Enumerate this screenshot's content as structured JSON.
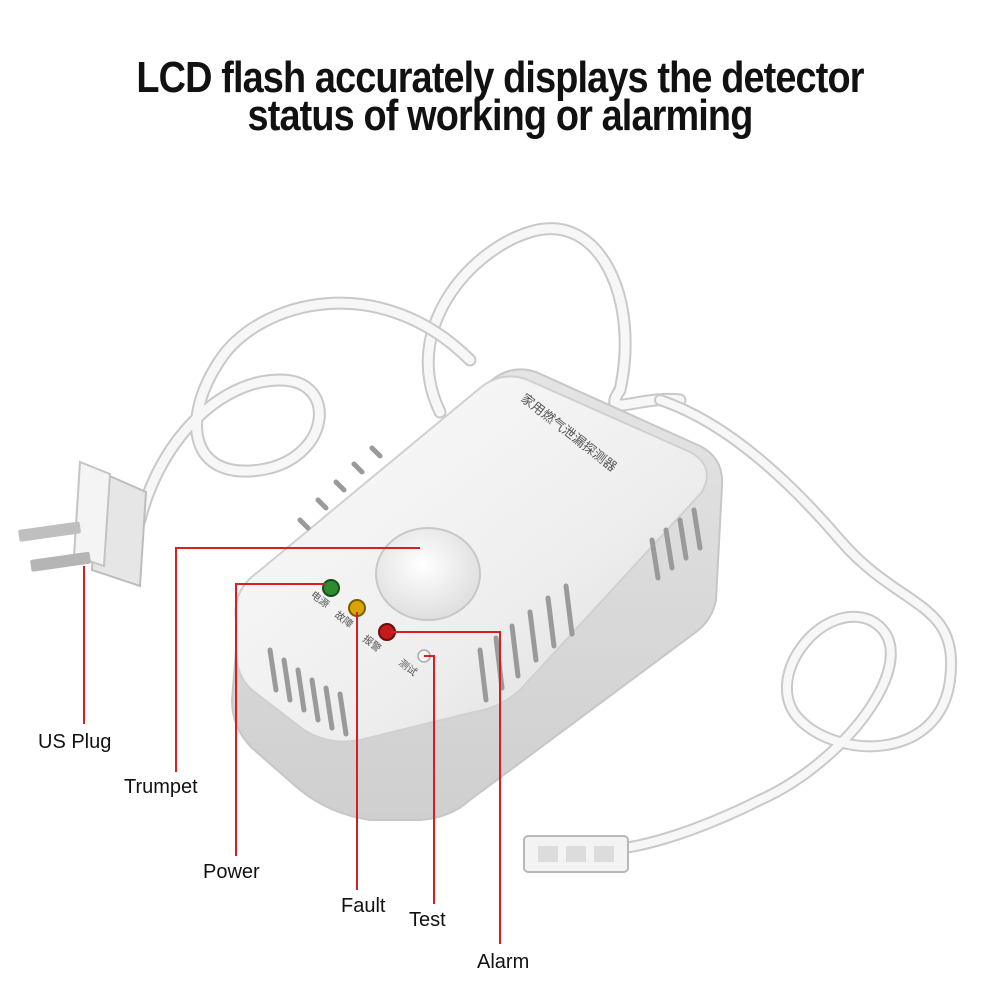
{
  "headline": {
    "line1": "LCD flash accurately displays the detector",
    "line2": "status of working or alarming"
  },
  "device": {
    "top_label": "家用燃气泄漏探测器",
    "led_power_label": "电源",
    "led_fault_label": "故障",
    "led_alarm_label": "报警",
    "test_label": "测试"
  },
  "callouts": {
    "us_plug": "US Plug",
    "trumpet": "Trumpet",
    "power": "Power",
    "fault": "Fault",
    "test": "Test",
    "alarm": "Alarm"
  },
  "colors": {
    "leader_line": "#d42020",
    "led_power": "#2e8b2e",
    "led_fault": "#d9a400",
    "led_alarm": "#c41a1a",
    "device_body": "#f2f2f2"
  }
}
